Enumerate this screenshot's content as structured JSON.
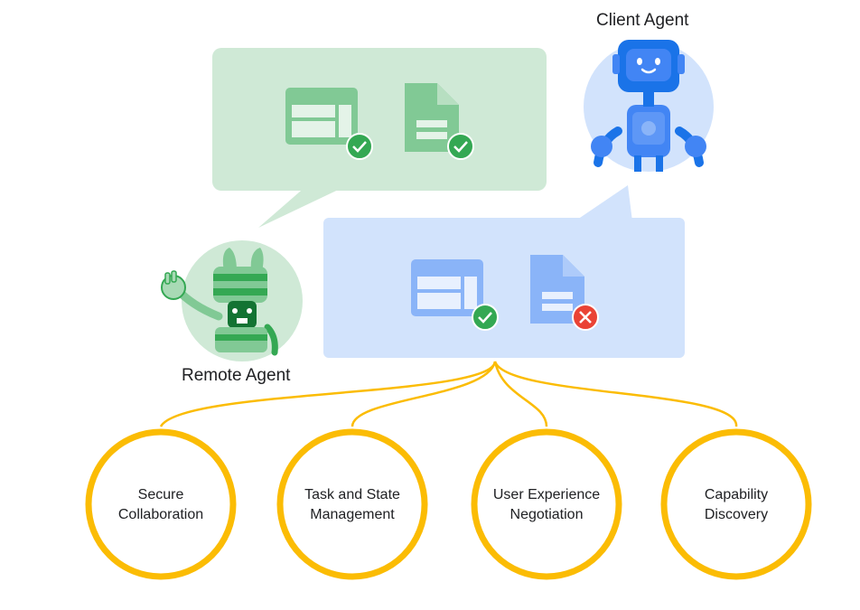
{
  "agents": {
    "client": {
      "label": "Client Agent"
    },
    "remote": {
      "label": "Remote Agent"
    }
  },
  "remote_bubble": {
    "items": [
      {
        "icon": "layout-icon",
        "status": "check"
      },
      {
        "icon": "document-icon",
        "status": "check"
      }
    ]
  },
  "client_bubble": {
    "items": [
      {
        "icon": "layout-icon",
        "status": "check"
      },
      {
        "icon": "document-icon",
        "status": "cross"
      }
    ]
  },
  "capabilities": [
    {
      "line1": "Secure",
      "line2": "Collaboration"
    },
    {
      "line1": "Task and State",
      "line2": "Management"
    },
    {
      "line1": "User Experience",
      "line2": "Negotiation"
    },
    {
      "line1": "Capability",
      "line2": "Discovery"
    }
  ],
  "colors": {
    "green_light": "#cfe9d6",
    "green_icon": "#81c995",
    "green_dark": "#34a853",
    "blue_light": "#d2e3fc",
    "blue_icon": "#8ab4f8",
    "blue_dark": "#4285f4",
    "red": "#ea4335",
    "yellow": "#fbbc04"
  }
}
